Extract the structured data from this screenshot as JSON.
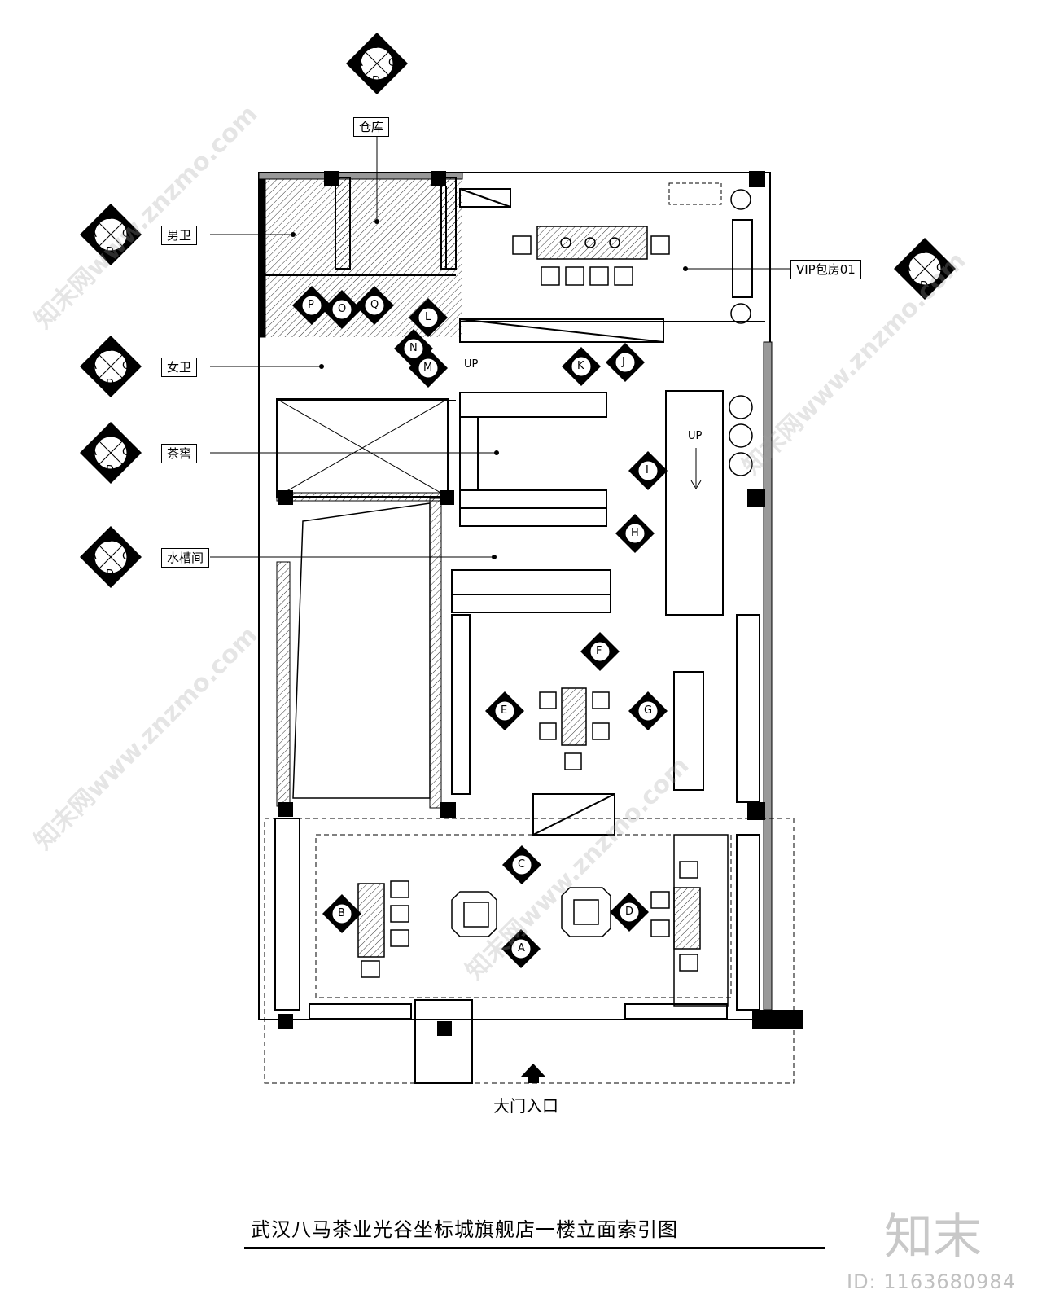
{
  "title": "武汉八马茶业光谷坐标城旗舰店一楼立面索引图",
  "entrance_label": "大门入口",
  "watermark": {
    "logo": "知末",
    "id": "ID: 1163680984",
    "site": "知末网www.znzmo.com"
  },
  "room_labels": {
    "storage": "仓库",
    "mens_toilet": "男卫",
    "womens_toilet": "女卫",
    "tea_cellar": "茶窖",
    "sink_room": "水槽间",
    "vip_room": "VIP包房01"
  },
  "index_symbol_letters": [
    "A",
    "B",
    "C",
    "D"
  ],
  "elevation_markers": [
    "A",
    "B",
    "C",
    "D",
    "E",
    "F",
    "G",
    "H",
    "I",
    "J",
    "K",
    "L",
    "M",
    "N",
    "O",
    "P",
    "Q"
  ],
  "stair_labels": [
    "UP",
    "UP"
  ]
}
